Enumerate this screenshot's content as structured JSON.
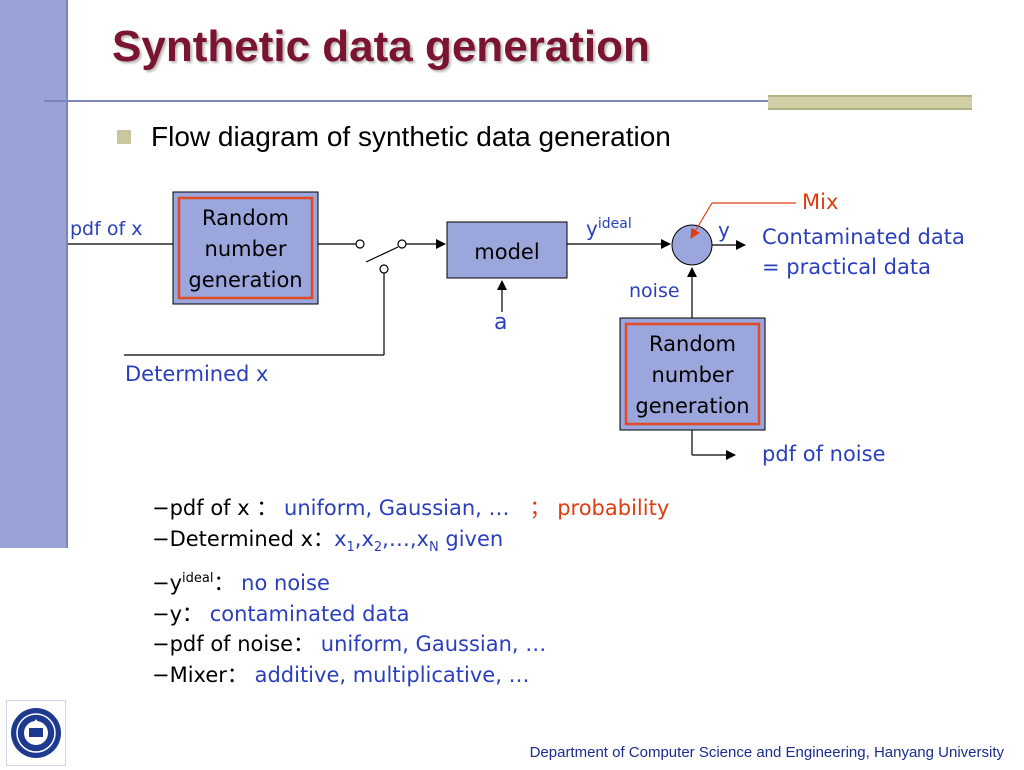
{
  "slide": {
    "title": "Synthetic data generation",
    "bullet": "Flow diagram of synthetic data generation",
    "footer": "Department of Computer Science and Engineering, Hanyang University"
  },
  "diagram": {
    "pdf_x_label": "pdf of x",
    "rng_box_1": [
      "Random",
      "number",
      "generation"
    ],
    "model_label": "model",
    "param_label": "a",
    "determined_label": "Determined x",
    "y_ideal_base": "y",
    "y_ideal_sup": "ideal",
    "mix_label": "Mix",
    "y_label": "y",
    "output_line1": "Contaminated data",
    "output_line2": "= practical data",
    "noise_label": "noise",
    "rng_box_2": [
      "Random",
      "number",
      "generation"
    ],
    "pdf_noise_label": "pdf of noise"
  },
  "notes": [
    {
      "prefix": "−pdf of x ：",
      "value": "uniform, Gaussian, …",
      "extra": "； probability"
    },
    {
      "prefix": "−Determined x：",
      "value_parts": [
        "x",
        "1",
        ",x",
        "2",
        ",…,x",
        "N",
        " given"
      ]
    },
    {
      "prefix": "−y",
      "sup": "ideal",
      "colon": "：",
      "value": "no noise"
    },
    {
      "prefix": "−y：",
      "value": "contaminated data"
    },
    {
      "prefix": "−pdf of noise：",
      "value": "uniform, Gaussian, …"
    },
    {
      "prefix": "−Mixer：",
      "value": "additive, multiplicative, …"
    }
  ],
  "colors": {
    "title": "#7a1430",
    "accent_blue": "#2a3fbd",
    "accent_red": "#e03c10",
    "box_fill": "#9aa6dc",
    "left_bar": "#99a3d6"
  }
}
